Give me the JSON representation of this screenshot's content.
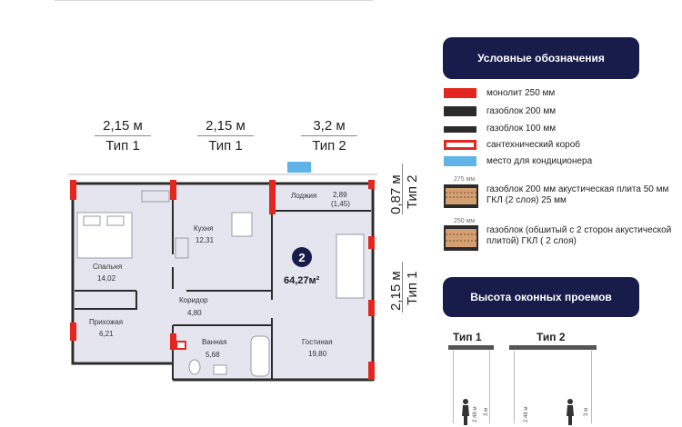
{
  "widths_top": [
    {
      "size": "2,15 м",
      "type": "Тип 1"
    },
    {
      "size": "2,15 м",
      "type": "Тип 1"
    },
    {
      "size": "3,2 м",
      "type": "Тип 2"
    }
  ],
  "widths_side": [
    {
      "size": "0,87 м",
      "type": "Тип 2"
    },
    {
      "size": "2,15 м",
      "type": "Тип 1"
    }
  ],
  "apartment": {
    "number": "2",
    "total_area": "64,27м²"
  },
  "rooms": [
    {
      "name": "Лоджия",
      "area": "2,89",
      "area2": "(1,45)"
    },
    {
      "name": "Кухня",
      "area": "12,31"
    },
    {
      "name": "Спальня",
      "area": "14,02"
    },
    {
      "name": "Коридор",
      "area": "4,80"
    },
    {
      "name": "Прихожая",
      "area": "6,21"
    },
    {
      "name": "Ванная",
      "area": "5,68"
    },
    {
      "name": "Гостиная",
      "area": "19,80"
    }
  ],
  "legend": {
    "title": "Условные обозначения",
    "items": [
      {
        "label": "монолит 250 мм",
        "color": "#e3261f"
      },
      {
        "label": "газоблок 200 мм",
        "color": "#2b2b2b"
      },
      {
        "label": "газоблок 100 мм",
        "color": "#2b2b2b"
      },
      {
        "label": "сантехнический короб",
        "color": "#e3261f"
      },
      {
        "label": "место для кондиционера",
        "color": "#5fb3e6"
      }
    ],
    "acoustic": [
      {
        "thickness": "275 мм",
        "label": "газоблок 200 мм акустическая плита 50 мм ГКЛ (2 слоя) 25 мм"
      },
      {
        "thickness": "250 мм",
        "label": "газоблок (обшитый с 2 сторон акустической плитой) ГКЛ ( 2 слоя)"
      }
    ]
  },
  "windows": {
    "title": "Высота оконных проемов",
    "types": [
      {
        "label": "Тип 1",
        "dim1": "2.48 м",
        "dim2": "3 м"
      },
      {
        "label": "Тип 2",
        "dim1": "2.48 м",
        "dim2": "3 м"
      }
    ]
  },
  "colors": {
    "navy": "#181c4a",
    "wall_red": "#e3261f",
    "room_fill": "#e4e5ef",
    "ac_blue": "#5fb3e6"
  }
}
